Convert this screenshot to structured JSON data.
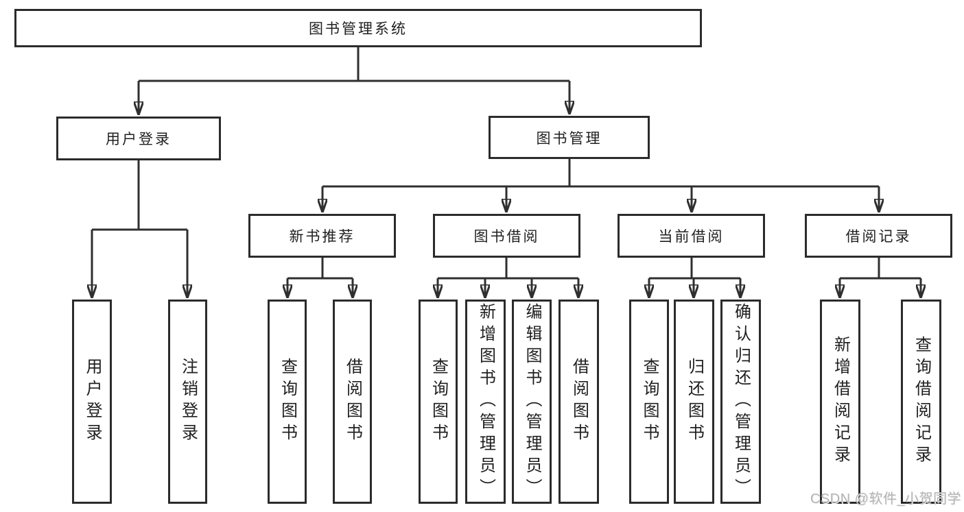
{
  "diagram": {
    "root": "图书管理系统",
    "level2": [
      {
        "label": "用户登录"
      },
      {
        "label": "图书管理"
      }
    ],
    "level3": [
      {
        "label": "新书推荐"
      },
      {
        "label": "图书借阅"
      },
      {
        "label": "当前借阅"
      },
      {
        "label": "借阅记录"
      }
    ],
    "leaves": {
      "user_login": [
        "用户登录",
        "注销登录"
      ],
      "new_book_rec": [
        "查询图书",
        "借阅图书"
      ],
      "book_borrow": [
        "查询图书",
        "新增图书（管理员）",
        "编辑图书（管理员）",
        "借阅图书"
      ],
      "current_borrow": [
        "查询图书",
        "归还图书",
        "确认归还（管理员）"
      ],
      "borrow_record": [
        "新增借阅记录",
        "查询借阅记录"
      ]
    }
  },
  "watermark": {
    "text": "CSDN @软件_小贺同学"
  },
  "colors": {
    "line": "#2f2f2f",
    "border": "#2b2b2b",
    "text": "#1f1f1f",
    "background": "#ffffff",
    "watermark": "#b5b5b5"
  }
}
